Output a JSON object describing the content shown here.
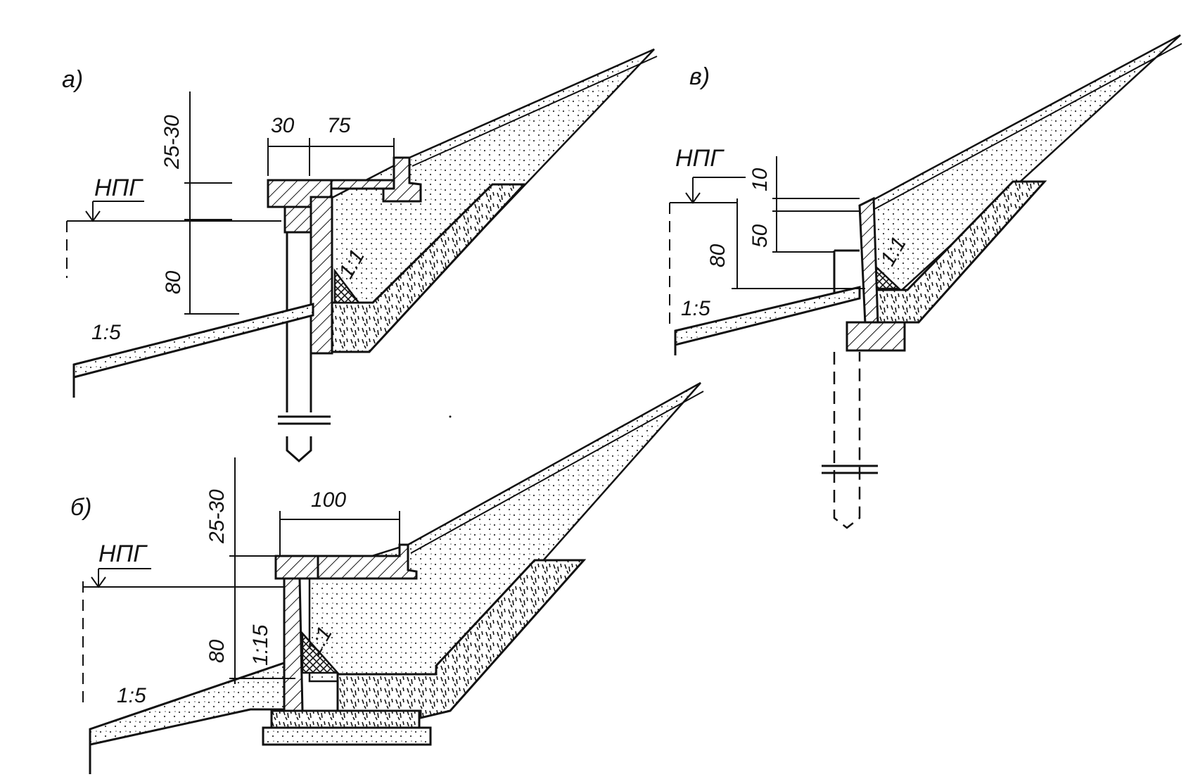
{
  "figure": {
    "panels": [
      {
        "id": "a",
        "label": "а)",
        "level_mark": "НПГ",
        "slope": "1:5",
        "fill_slope": "1:1",
        "dimensions": [
          "25-30",
          "80",
          "30",
          "75"
        ]
      },
      {
        "id": "b",
        "label": "б)",
        "level_mark": "НПГ",
        "slope": "1:5",
        "wall_batter": "1:15",
        "fill_slope": "1:1",
        "dimensions": [
          "25-30",
          "80",
          "100"
        ]
      },
      {
        "id": "v",
        "label": "в)",
        "level_mark": "НПГ",
        "slope": "1:5",
        "fill_slope": "1:1",
        "dimensions": [
          "10",
          "50",
          "80"
        ]
      }
    ]
  }
}
